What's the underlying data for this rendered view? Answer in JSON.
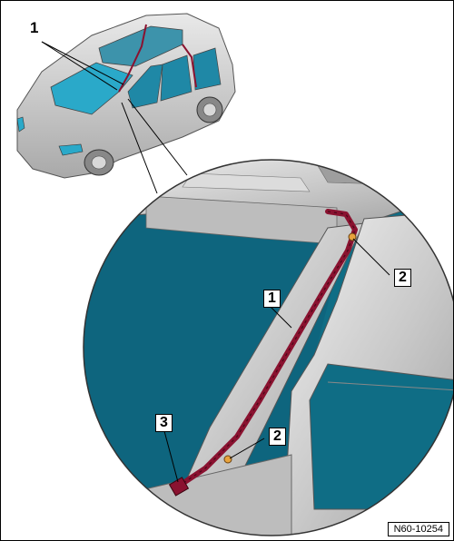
{
  "diagram": {
    "callouts": {
      "overview_label": "1",
      "label_1": "1",
      "label_2_top": "2",
      "label_2_bottom": "2",
      "label_3": "3"
    },
    "reference_code": "N60-10254",
    "colors": {
      "glass": "#0f6d85",
      "car_body": "#cfcfcf",
      "cable": "#8a1230",
      "clip": "#e8a33c",
      "window_blue": "#2aa9c9"
    }
  }
}
